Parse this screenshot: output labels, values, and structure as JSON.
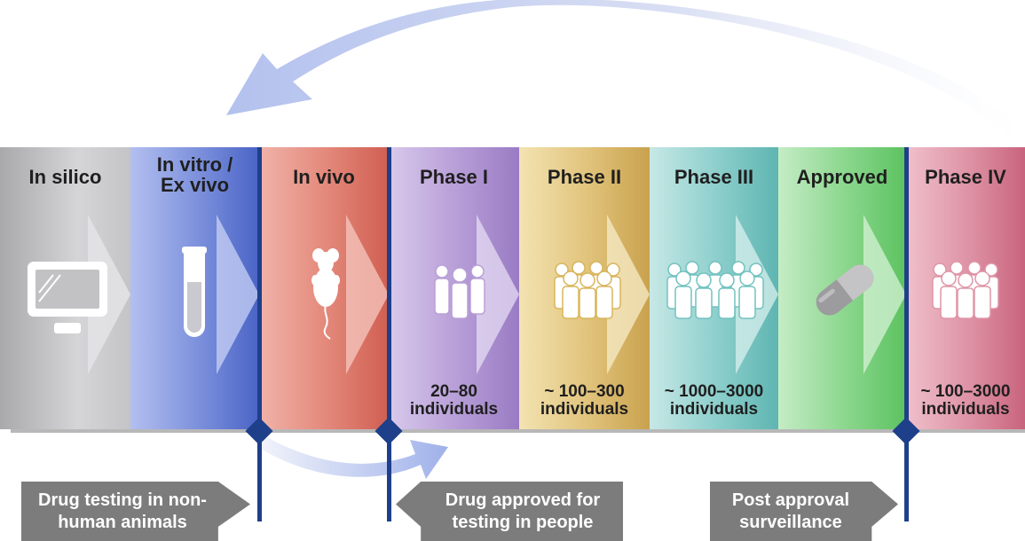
{
  "stages": [
    {
      "title": "In silico",
      "count": ""
    },
    {
      "title": "In vitro /\nEx vivo",
      "count": ""
    },
    {
      "title": "In vivo",
      "count": ""
    },
    {
      "title": "Phase I",
      "count": "20–80\nindividuals"
    },
    {
      "title": "Phase II",
      "count": "~ 100–300\nindividuals"
    },
    {
      "title": "Phase III",
      "count": "~ 1000–3000\nindividuals"
    },
    {
      "title": "Approved",
      "count": ""
    },
    {
      "title": "Phase IV",
      "count": "~ 100–3000\nindividuals"
    }
  ],
  "icons": [
    "computer-monitor-icon",
    "test-tube-icon",
    "mouse-icon",
    "people-small-group-icon",
    "people-medium-group-icon",
    "people-large-group-icon",
    "pill-capsule-icon",
    "people-medium-group-icon"
  ],
  "colors": {
    "in_silico": "#b9b9bb",
    "in_vitro": "#5a74cd",
    "in_vivo": "#d86d5f",
    "phase_1": "#a184c6",
    "phase_2": "#d8b55c",
    "phase_3": "#72c2c0",
    "approved": "#67c86a",
    "phase_4": "#cd6a84",
    "divider": "#1e3f8a",
    "callout": "#7c7c7c",
    "feedback_arrow": "#c4d0f0"
  },
  "callouts": [
    {
      "text": "Drug testing in non-\nhuman animals"
    },
    {
      "text": "Drug approved for\ntesting in people"
    },
    {
      "text": "Post approval\nsurveillance"
    }
  ]
}
